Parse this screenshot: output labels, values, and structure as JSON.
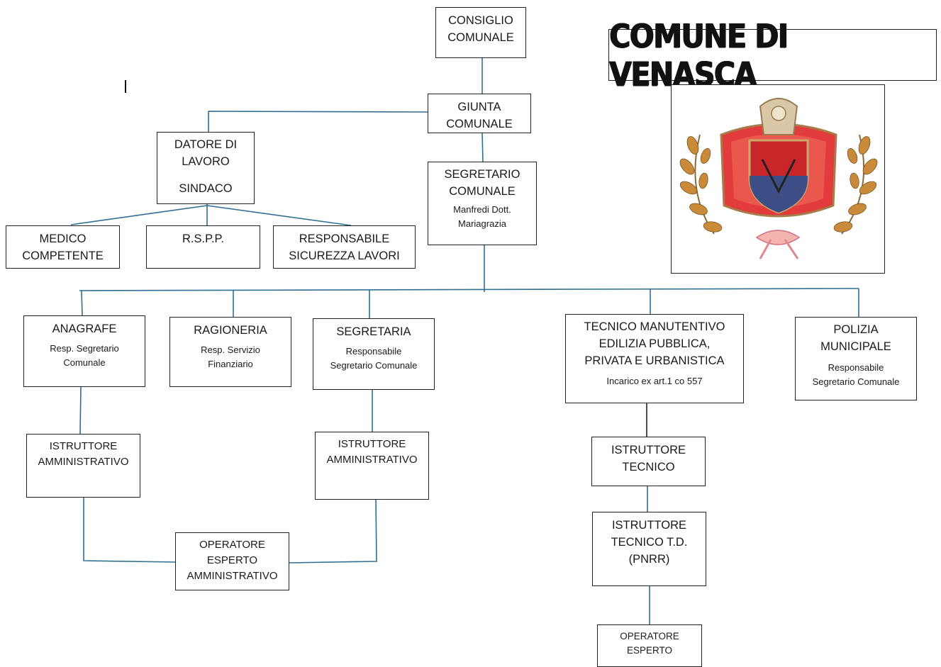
{
  "title": "COMUNE DI VENASCA",
  "crest": {
    "icon": "coat-of-arms-icon"
  },
  "colors": {
    "connector": "#2f6f93",
    "border": "#222222"
  },
  "nodes": {
    "consiglio": {
      "title": "CONSIGLIO\nCOMUNALE"
    },
    "giunta": {
      "title": "GIUNTA\nCOMUNALE"
    },
    "datore": {
      "title": "DATORE DI\nLAVORO",
      "subtitle": "SINDACO"
    },
    "segretario": {
      "title": "SEGRETARIO\nCOMUNALE",
      "subtitle": "Manfredi Dott.\nMariagrazia"
    },
    "medico": {
      "title": "MEDICO\nCOMPETENTE"
    },
    "rspp": {
      "title": "R.S.P.P."
    },
    "responsabile_sicurezza": {
      "title": "RESPONSABILE\nSICUREZZA LAVORI"
    },
    "anagrafe": {
      "title": "ANAGRAFE",
      "subtitle": "Resp. Segretario\nComunale"
    },
    "ragioneria": {
      "title": "RAGIONERIA",
      "subtitle": "Resp. Servizio\nFinanziario"
    },
    "segretaria": {
      "title": "SEGRETARIA",
      "subtitle": "Responsabile\nSegretario Comunale"
    },
    "tecnico": {
      "title": "TECNICO MANUTENTIVO\nEDILIZIA PUBBLICA,\nPRIVATA E URBANISTICA",
      "subtitle": "Incarico ex art.1 co 557"
    },
    "polizia": {
      "title": "POLIZIA\nMUNICIPALE",
      "subtitle": "Responsabile\nSegretario Comunale"
    },
    "istruttore_amm_1": {
      "title": "ISTRUTTORE\nAMMINISTRATIVO"
    },
    "istruttore_amm_2": {
      "title": "ISTRUTTORE\nAMMINISTRATIVO"
    },
    "operatore_amm": {
      "title": "OPERATORE\nESPERTO\nAMMINISTRATIVO"
    },
    "istruttore_tecnico": {
      "title": "ISTRUTTORE\nTECNICO"
    },
    "istruttore_tecnico_td": {
      "title": "ISTRUTTORE\nTECNICO T.D.\n(PNRR)"
    },
    "operatore_esperto": {
      "title": "OPERATORE\nESPERTO"
    }
  }
}
